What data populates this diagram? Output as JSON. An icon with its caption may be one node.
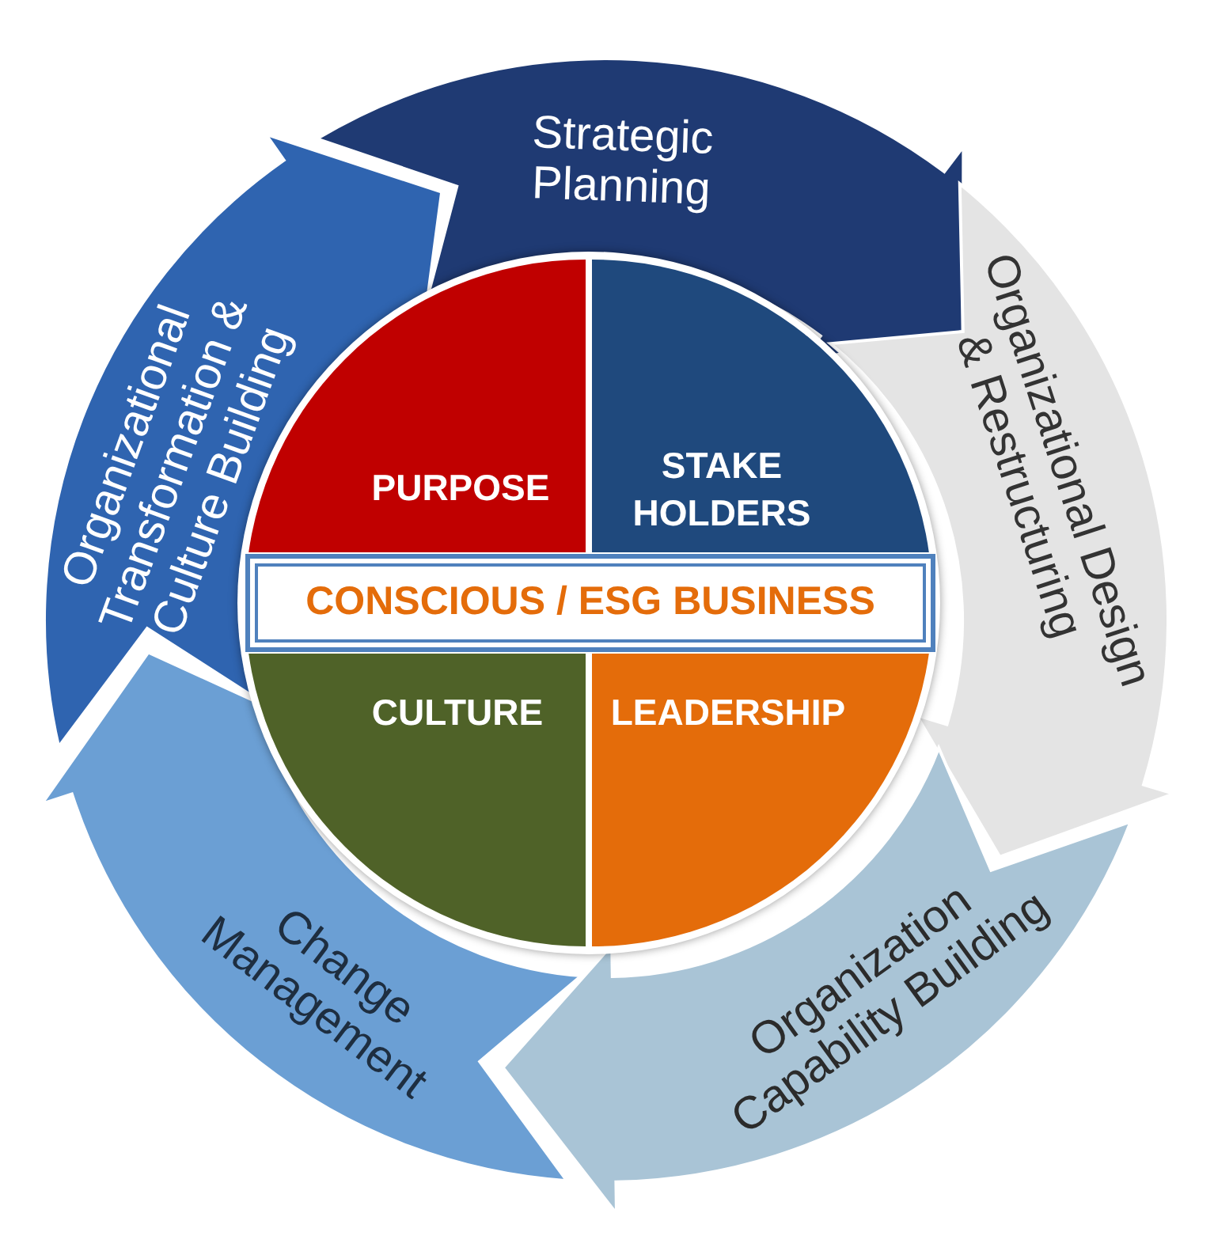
{
  "diagram": {
    "nodes": [
      {
        "text": [
          "Strategic Planning"
        ]
      },
      {
        "text": [
          "Organizational Design & Restructuring"
        ]
      },
      {
        "text": [
          "Organization Capability Building"
        ]
      },
      {
        "text": [
          "Change Management"
        ]
      },
      {
        "text": [
          "Organizational Transformation & Culture Building"
        ]
      },
      {
        "text": [
          "PURPOSE"
        ]
      },
      {
        "text": [
          "STAKE HOLDERS"
        ]
      },
      {
        "text": [
          "CULTURE"
        ]
      },
      {
        "text": [
          "LEADERSHIP"
        ]
      },
      {
        "text": [
          "CONSCIOUS / ESG BUSINESS"
        ]
      }
    ]
  }
}
